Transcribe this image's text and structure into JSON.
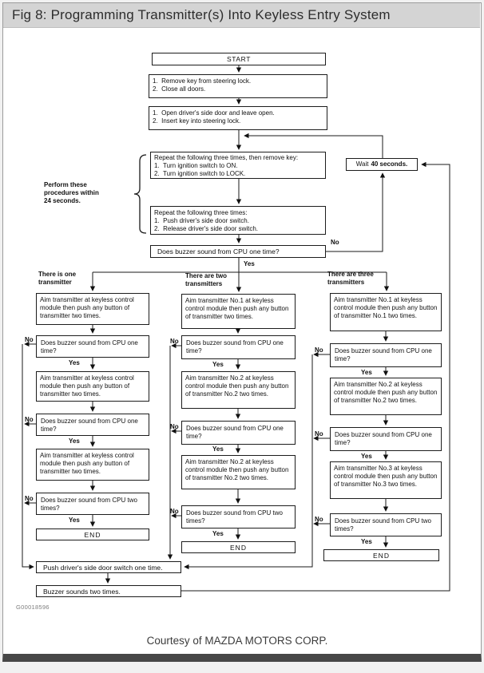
{
  "window": {
    "title": "Fig 8: Programming Transmitter(s) Into Keyless Entry System",
    "caption": "Courtesy of MAZDA MOTORS CORP.",
    "figure_id": "G00018596"
  },
  "labels": {
    "yes": "Yes",
    "no": "No"
  },
  "flow": {
    "start_label": "START",
    "step_remove_key": {
      "l1": "1.  Remove key from steering lock.",
      "l2": "2.  Close all doors."
    },
    "step_open_door": {
      "l1": "1.  Open driver's side door and leave open.",
      "l2": "2.  Insert key into steering lock."
    },
    "repeat_ignition": {
      "l1": "Repeat the following three times, then remove key:",
      "l2": "1.  Turn ignition switch to ON.",
      "l3": "2.  Turn ignition switch to LOCK."
    },
    "wait_box": {
      "normal": "Wait",
      "bold": "40 seconds."
    },
    "note_24s": {
      "l1": "Perform these",
      "l2": "procedures within",
      "l3": "24 seconds."
    },
    "repeat_door_switch": {
      "l1": "Repeat the following three times:",
      "l2": "1.  Push driver's side door switch.",
      "l3": "2.  Release driver's side door switch."
    },
    "main_question": "Does buzzer sound from CPU one time?",
    "push_door": "Push driver's side door switch one time.",
    "buzzer_two": "Buzzer sounds two times."
  },
  "columns": [
    {
      "title": {
        "l1": "There is one",
        "l2": "transmitter"
      },
      "aim1": "Aim transmitter at keyless control module then push any button of transmitter two times.",
      "q1": "Does buzzer sound from CPU one time?",
      "aim2": "Aim transmitter at keyless control module then push any button of transmitter two times.",
      "q2": "Does buzzer sound from CPU one time?",
      "aim3": "Aim transmitter at keyless control module then push any button of transmitter two times.",
      "q3": "Does buzzer sound from CPU two times?",
      "end": "END"
    },
    {
      "title": {
        "l1": "There are two",
        "l2": "transmitters"
      },
      "aim1": "Aim transmitter No.1 at keyless control module then push any button of transmitter two times.",
      "q1": "Does buzzer sound from CPU one time?",
      "aim2": "Aim transmitter No.2 at keyless control module then push any button of transmitter No.2 two times.",
      "q2": "Does buzzer sound from CPU one time?",
      "aim3": "Aim transmitter No.2 at keyless control module then push any button of transmitter No.2 two times.",
      "q3": "Does buzzer sound from CPU two times?",
      "end": "END"
    },
    {
      "title": {
        "l1": "There are three",
        "l2": "transmitters"
      },
      "aim1": "Aim transmitter No.1 at keyless control module then push any button of transmitter No.1 two times.",
      "q1": "Does buzzer sound from CPU one time?",
      "aim2": "Aim transmitter No.2 at keyless control module then push any button of transmitter No.2 two times.",
      "q2": "Does buzzer sound from CPU one time?",
      "aim3": "Aim transmitter No.3 at keyless control module then push any button of transmitter No.3 two times.",
      "q3": "Does buzzer sound from CPU two times?",
      "end": "END"
    }
  ]
}
